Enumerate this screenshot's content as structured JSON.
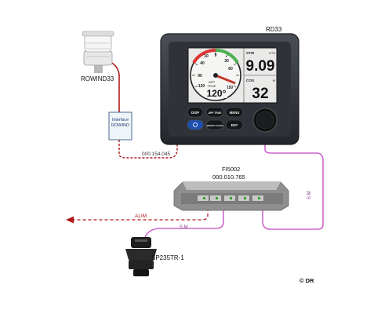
{
  "labels": {
    "rd33": "RD33",
    "rowind33": "ROWIND33",
    "interface_line1": "Interface",
    "interface_line2": "ROWIND",
    "cable_code": "000.154.045",
    "fi5002_name": "FI5002",
    "fi5002_code": "000.010.765",
    "sm_vertical": "S M",
    "sm_horizontal": "S M",
    "alim": "ALIM",
    "sp235": "SP235TR-1",
    "copyright": "© DR"
  },
  "screen": {
    "stw_label": "STW",
    "stw_unit": "KTS",
    "stw_value": "9.09",
    "cog_label": "COG",
    "cog_unit": "M",
    "cog_value": "32",
    "heading_value": "120°",
    "dial_scale": [
      "10",
      "30",
      "40",
      "60",
      "90",
      "120",
      "150",
      "0"
    ],
    "dial_word_app": "APP",
    "dial_word_true": "TRUE"
  },
  "buttons": {
    "disp": "DISP",
    "app_true": "APP TRUE",
    "menu": "MENU",
    "smart_clear": "SMART CLEAR",
    "ent": "ENT"
  },
  "colors": {
    "nmea_cable": "#cc66cc",
    "power_cable": "#b01a1a",
    "sensor_cable": "#b01a1a",
    "instrument_body": "#2e3238"
  }
}
